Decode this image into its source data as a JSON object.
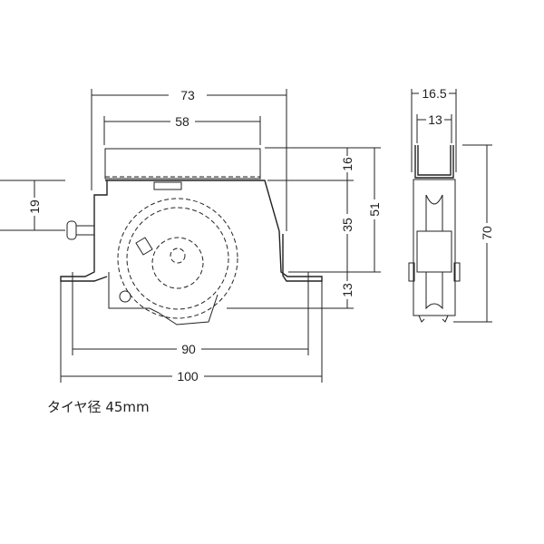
{
  "front_view": {
    "dimensions": {
      "overall_width": "73",
      "top_width": "58",
      "top_height": "16",
      "middle_height": "35",
      "bottom_height": "13",
      "total_height": "51",
      "screw_height": "19",
      "hole_pitch": "90",
      "flange_width": "100"
    }
  },
  "side_view": {
    "dimensions": {
      "outer_width": "16.5",
      "inner_width": "13",
      "height": "70"
    }
  },
  "note": "タイヤ径 45mm"
}
